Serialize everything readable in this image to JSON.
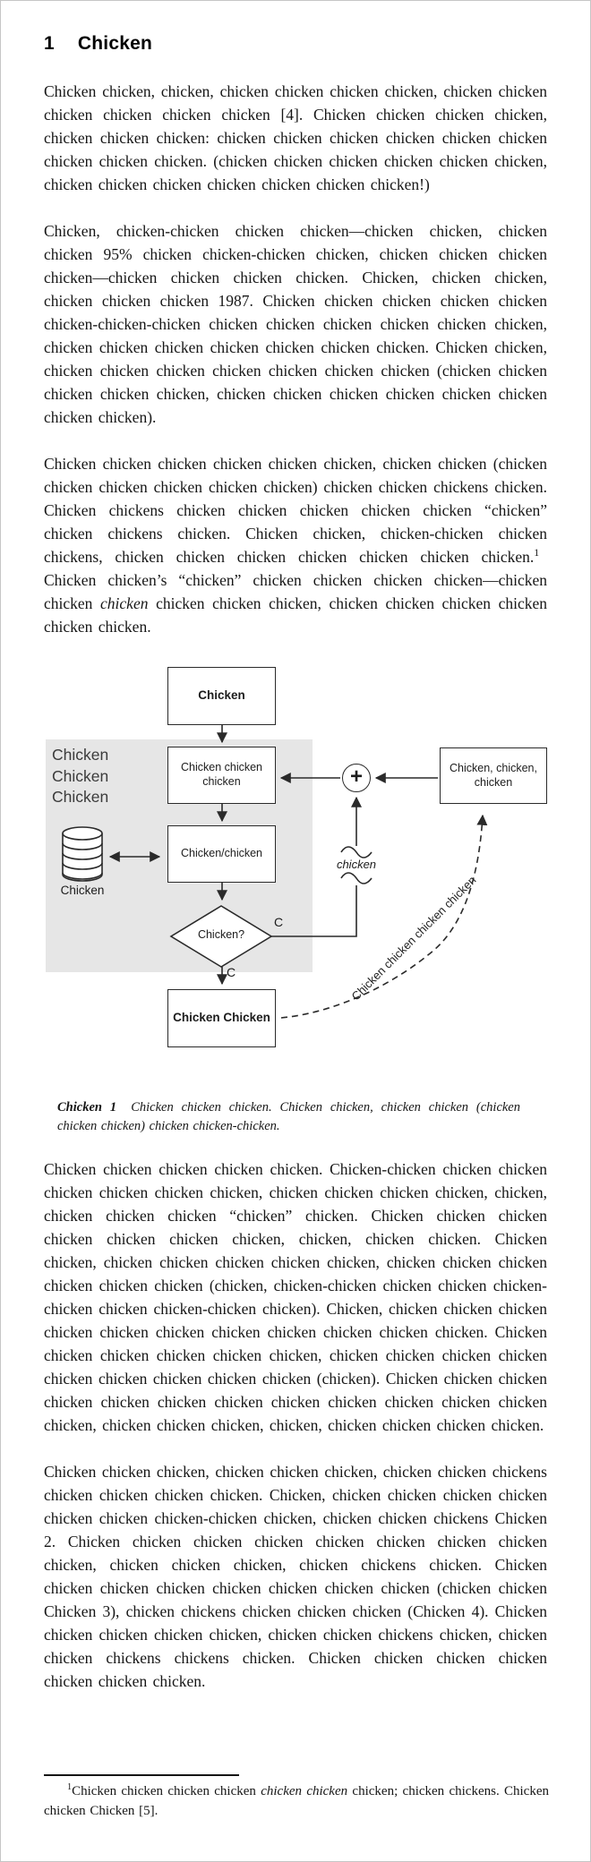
{
  "title": {
    "number": "1",
    "text": "Chicken"
  },
  "body": {
    "p1": [
      {
        "t": "Chicken chicken, chicken, chicken chicken chicken chicken, chicken chicken chicken chicken chicken chicken [4].  Chicken chicken chicken chicken, chicken chicken chicken:  chicken chicken chicken chicken chicken chicken chicken chicken chicken.  (chicken chicken chicken chicken chicken chicken, chicken chicken chicken chicken chicken chicken chicken!)"
      }
    ],
    "p2": [
      {
        "t": "Chicken, chicken-chicken chicken chicken—chicken chicken, chicken chicken 95% chicken chicken-chicken chicken, chicken chicken chicken chicken—chicken chicken chicken chicken.  Chicken, chicken chicken, chicken chicken chicken 1987.  Chicken chicken chicken chicken chicken chicken-chicken-chicken chicken chicken chicken chicken chicken chicken, chicken chicken chicken chicken chicken chicken chicken.  Chicken chicken, chicken chicken chicken chicken chicken chicken chicken (chicken chicken chicken chicken chicken, chicken chicken chicken chicken chicken chicken chicken chicken)."
      }
    ],
    "p3": [
      {
        "t": "Chicken chicken chicken chicken chicken chicken, chicken chicken (chicken chicken chicken chicken chicken chicken) chicken chicken chickens chicken.  Chicken chickens chicken chicken chicken chicken chicken “chicken” chicken chickens chicken.  Chicken chicken, chicken-chicken chicken chickens, chicken chicken chicken chicken chicken chicken chicken."
      },
      {
        "t": "1",
        "s": "sup"
      },
      {
        "t": " Chicken chicken’s “chicken” chicken chicken chicken chicken—chicken chicken "
      },
      {
        "t": "chicken",
        "s": "i"
      },
      {
        "t": " chicken chicken chicken, chicken chicken chicken chicken chicken chicken."
      }
    ],
    "p4": [
      {
        "t": "Chicken chicken chicken chicken chicken.  Chicken-chicken chicken chicken chicken chicken chicken chicken, chicken chicken chicken chicken, chicken, chicken chicken chicken “chicken” chicken.  Chicken chicken chicken chicken chicken chicken chicken, chicken, chicken chicken.  Chicken chicken, chicken chicken chicken chicken chicken, chicken chicken chicken chicken chicken chicken (chicken, chicken-chicken chicken chicken chicken-chicken chicken chicken-chicken chicken).  Chicken, chicken chicken chicken chicken chicken chicken chicken chicken chicken chicken chicken.  Chicken chicken chicken chicken chicken chicken, chicken chicken chicken chicken chicken chicken chicken chicken chicken (chicken).  Chicken chicken chicken chicken chicken chicken chicken chicken chicken chicken chicken chicken chicken, chicken chicken chicken, chicken, chicken chicken chicken chicken."
      }
    ],
    "p5": [
      {
        "t": "Chicken chicken chicken, chicken chicken chicken, chicken chicken chickens chicken chicken chicken chicken.  Chicken, chicken chicken chicken chicken chicken chicken chicken-chicken chicken, chicken chicken chickens Chicken 2.  Chicken chicken chicken chicken chicken chicken chicken chicken chicken, chicken chicken chicken, chicken chickens chicken.  Chicken chicken chicken chicken chicken chicken chicken chicken (chicken chicken Chicken 3), chicken chickens chicken chicken chicken (Chicken 4).  Chicken chicken chicken chicken chicken, chicken chicken chickens chicken, chicken chicken chickens chickens chicken.  Chicken chicken chicken chicken chicken chicken chicken."
      }
    ]
  },
  "figure": {
    "side_label": [
      "Chicken",
      "Chicken",
      "Chicken"
    ],
    "boxes": {
      "top": "Chicken",
      "process1": "Chicken chicken chicken",
      "process2": "Chicken/chicken",
      "decision": "Chicken?",
      "output": "Chicken Chicken",
      "input": "Chicken, chicken, chicken"
    },
    "database_label": "Chicken",
    "plus_symbol": "+",
    "branch_label_right": "C",
    "branch_label_down": "C",
    "break_label": "chicken",
    "curve_label": "Chicken chicken chicken chicken",
    "icons": [
      "database-icon",
      "plus-junction-icon",
      "decision-diamond-icon"
    ]
  },
  "caption": [
    {
      "t": "Chicken 1",
      "s": "bi"
    },
    {
      "t": "  Chicken chicken chicken.  Chicken chicken, chicken chicken (chicken chicken chicken) chicken chicken-chicken.",
      "s": "i"
    }
  ],
  "footnote": [
    {
      "t": "1",
      "s": "sup"
    },
    {
      "t": "Chicken chicken chicken chicken "
    },
    {
      "t": "chicken chicken",
      "s": "i"
    },
    {
      "t": " chicken; chicken chickens.  Chicken chicken Chicken [5]."
    }
  ],
  "colors": {
    "diagram_panel_gray": "#e6e6e6",
    "diagram_stroke": "#2a2a2a",
    "text_color": "#161616"
  }
}
